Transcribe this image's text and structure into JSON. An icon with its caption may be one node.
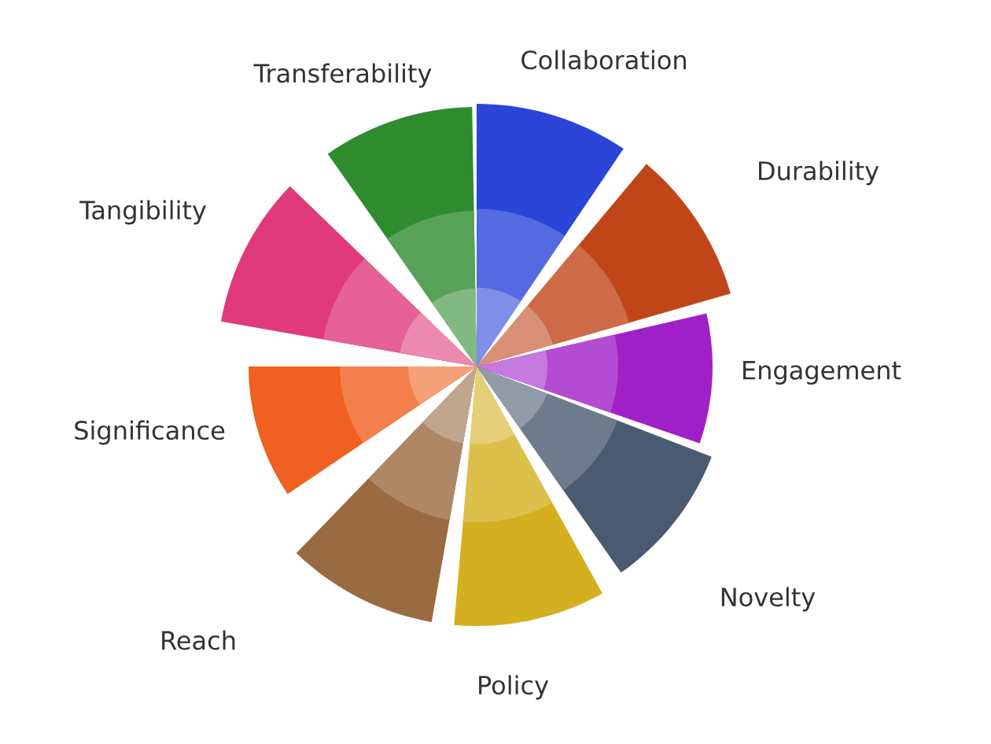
{
  "diagram": {
    "nodes": [
      {
        "text": [
          "Transferability"
        ]
      },
      {
        "text": [
          "Collaboration"
        ]
      },
      {
        "text": [
          "Durability"
        ]
      },
      {
        "text": [
          "Engagement"
        ]
      },
      {
        "text": [
          "Novelty"
        ]
      },
      {
        "text": [
          "Policy"
        ]
      },
      {
        "text": [
          "Reach"
        ]
      },
      {
        "text": [
          "Significance"
        ]
      },
      {
        "text": [
          "Tangibility"
        ]
      }
    ]
  }
}
